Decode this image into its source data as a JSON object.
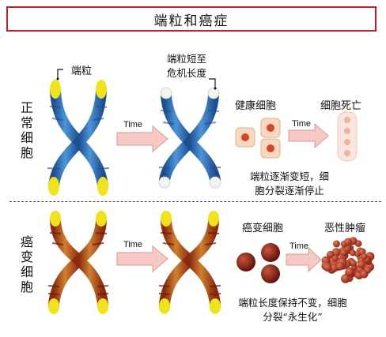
{
  "title": "端粒和癌症",
  "rows": {
    "normal": {
      "label": "正常细胞",
      "telomere_label": "端粒",
      "short_telomere_label_line1": "端粒短至",
      "short_telomere_label_line2": "危机长度",
      "arrow1_label": "Time",
      "healthy_cells_label": "健康细胞",
      "arrow2_label": "Time",
      "dead_cells_label": "细胞死亡",
      "caption_line1": "端粒逐渐变短，细",
      "caption_line2": "胞分裂逐渐停止"
    },
    "cancer": {
      "label": "癌变细胞",
      "arrow1_label": "Time",
      "cancer_cells_label": "癌变细胞",
      "arrow2_label": "Time",
      "tumor_label": "恶性肿瘤",
      "caption_line1": "端粒长度保持不变，细胞",
      "caption_line2": "分裂“永生化”"
    }
  },
  "colors": {
    "title_border": "#c0202a",
    "normal_chromosome": "#2e6fb8",
    "cancer_chromosome": "#b3541a",
    "telomere": "#f2e21a",
    "arrow_fill": "#f6c9c4",
    "tumor": "#a8321f"
  }
}
